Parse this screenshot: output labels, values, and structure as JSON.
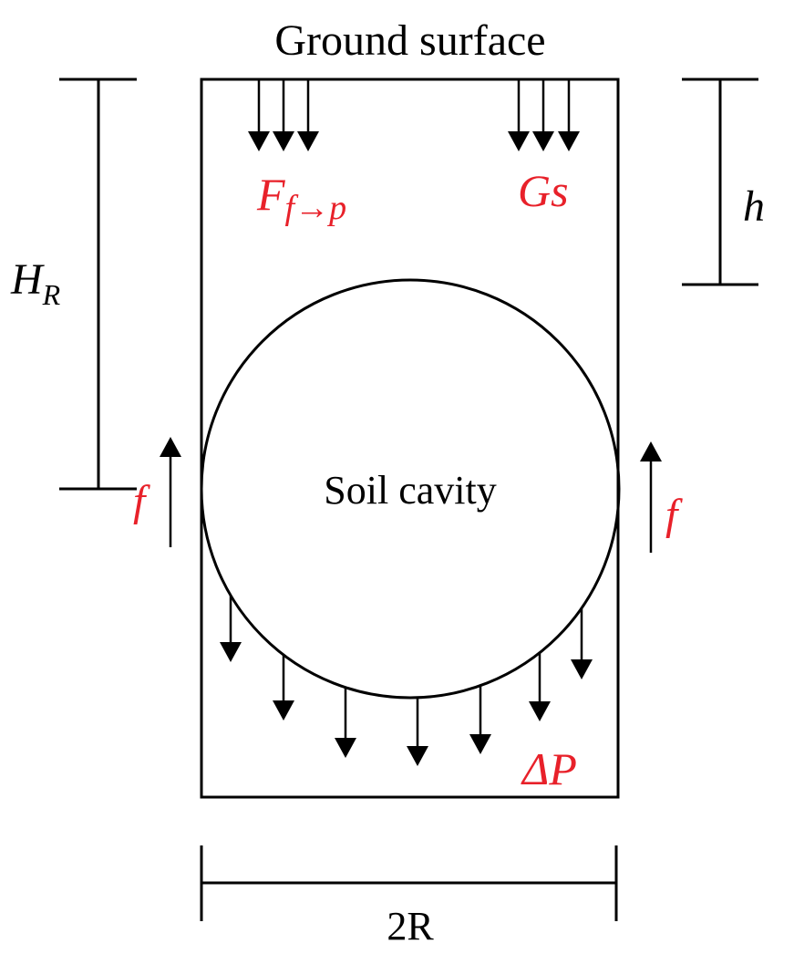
{
  "labels": {
    "ground_surface": "Ground surface",
    "soil_cavity": "Soil cavity",
    "width": "2R",
    "h": "h",
    "HR_main": "H",
    "HR_sub": "R",
    "F_main": "F",
    "F_sub": "f→p",
    "Gs": "Gs",
    "f_left": "f",
    "f_right": "f",
    "delta_p": "ΔP"
  },
  "colors": {
    "line": "#000000",
    "force_label": "#e8212a",
    "background": "#ffffff"
  }
}
